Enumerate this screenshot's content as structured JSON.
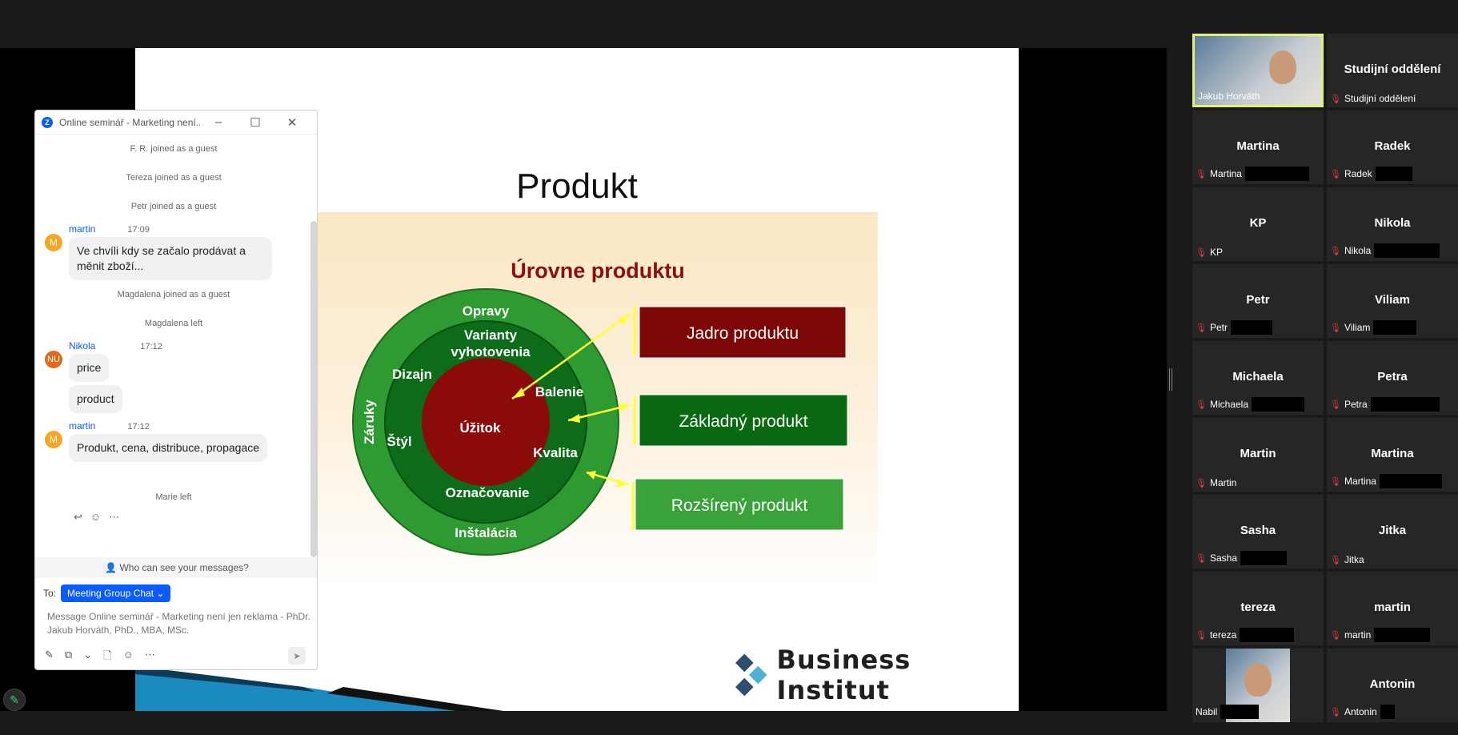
{
  "slide": {
    "title": "Produkt",
    "diagram_title": "Úrovne produktu",
    "ring_outer": [
      "Opravy",
      "Záruky",
      "Inštalácia"
    ],
    "ring_middle": [
      "Varianty",
      "vyhotovenia",
      "Dizajn",
      "Balenie",
      "Štýl",
      "Kvalita",
      "Označovanie"
    ],
    "core": "Úžitok",
    "boxes": [
      "Jadro produktu",
      "Základný produkt",
      "Rozšírený produkt"
    ],
    "logo_text": "Business Institut",
    "colors": {
      "outer": "#2e9a32",
      "middle": "#0d6c1a",
      "core": "#8b0a0a",
      "box_dark_red": "#7d0606",
      "box_dark_green": "#0a6a12",
      "box_green": "#3aa23a",
      "arrow": "#ffff33"
    }
  },
  "chat": {
    "window_title": "Online seminář - Marketing není...",
    "system": {
      "s1": "F. R. joined as a guest",
      "s2": "Tereza    joined as a guest",
      "s3": "Petr         joined as a guest",
      "s4": "Magdalena joined as a guest",
      "s5": "Magdalena left",
      "s6": "Marie              left"
    },
    "messages": [
      {
        "avatar": "M",
        "avatar_color": "#f5a623",
        "name": "martin",
        "time": "17:09",
        "bubbles": [
          "Ve chvíli kdy se začalo prodávat a měnit zboží..."
        ]
      },
      {
        "avatar": "NU",
        "avatar_color": "#e06a1a",
        "name": "Nikola",
        "time": "17:12",
        "bubbles": [
          "price",
          "product"
        ]
      },
      {
        "avatar": "M",
        "avatar_color": "#f5a623",
        "name": "martin",
        "time": "17:12",
        "bubbles": [
          "Produkt, cena, distribuce, propagace"
        ]
      }
    ],
    "who_can_see": "Who can see your messages?",
    "to_label": "To:",
    "to_value": "Meeting Group Chat",
    "composer_placeholder": "Message Online seminář - Marketing není jen reklama - PhDr. Jakub Horváth, PhD., MBA, MSc."
  },
  "gallery": [
    {
      "big": "",
      "small": "Jakub Horváth",
      "active": true,
      "video": true
    },
    {
      "big": "Studijní oddělení",
      "small": "Studijní oddělení"
    },
    {
      "big": "Martina",
      "small": "Martina"
    },
    {
      "big": "Radek",
      "small": "Radek"
    },
    {
      "big": "KP",
      "small": "KP"
    },
    {
      "big": "Nikola",
      "small": "Nikola"
    },
    {
      "big": "Petr",
      "small": "Petr"
    },
    {
      "big": "Viliam",
      "small": "Viliam"
    },
    {
      "big": "Michaela",
      "small": "Michaela"
    },
    {
      "big": "Petra",
      "small": "Petra"
    },
    {
      "big": "Martin",
      "small": "Martin"
    },
    {
      "big": "Martina",
      "small": "Martina"
    },
    {
      "big": "Sasha",
      "small": "Sasha"
    },
    {
      "big": "Jitka",
      "small": "Jitka"
    },
    {
      "big": "tereza",
      "small": "tereza"
    },
    {
      "big": "martin",
      "small": "martin"
    },
    {
      "big": "",
      "small": "Nabil",
      "video": true
    },
    {
      "big": "Antonin",
      "small": "Antonin"
    }
  ]
}
